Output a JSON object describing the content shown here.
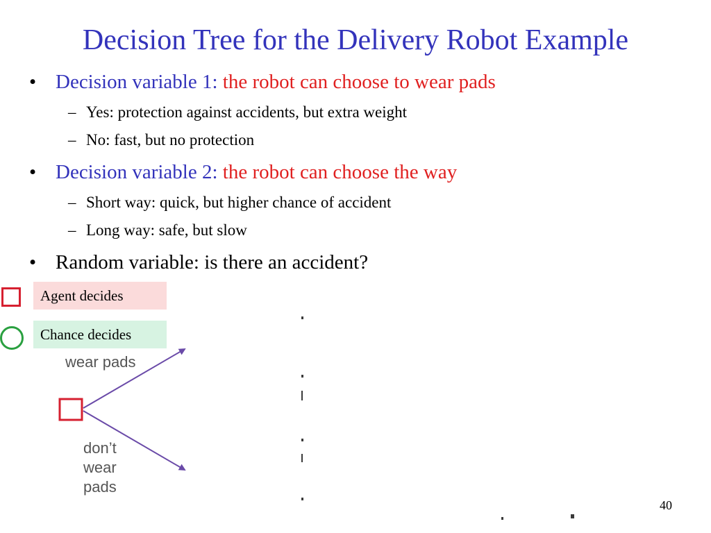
{
  "slide": {
    "title": "Decision Tree for the Delivery Robot Example",
    "page_number": "40"
  },
  "bullets": [
    {
      "head": "Decision variable 1",
      "colon": ":",
      "rest": "the robot can choose to wear pads",
      "subs": [
        "Yes: protection against accidents, but extra weight",
        "No: fast, but no protection"
      ]
    },
    {
      "head": "Decision variable 2",
      "colon": ":",
      "rest": "the robot can choose the way",
      "subs": [
        "Short way: quick, but higher chance of accident",
        "Long way: safe, but slow"
      ]
    },
    {
      "text": "Random variable: is there an accident?"
    }
  ],
  "glyphs": {
    "bullet": "•",
    "dash": "–"
  },
  "legend": {
    "agent_label": "Agent decides",
    "chance_label": "Chance decides",
    "agent_color": "#d62030",
    "chance_color": "#2aa040"
  },
  "tree": {
    "branch_top_label": "wear pads",
    "branch_bottom_label_lines": [
      "don’t",
      "wear",
      "pads"
    ],
    "arrow_color": "#6a4aa8",
    "node_color": "#d62030"
  }
}
